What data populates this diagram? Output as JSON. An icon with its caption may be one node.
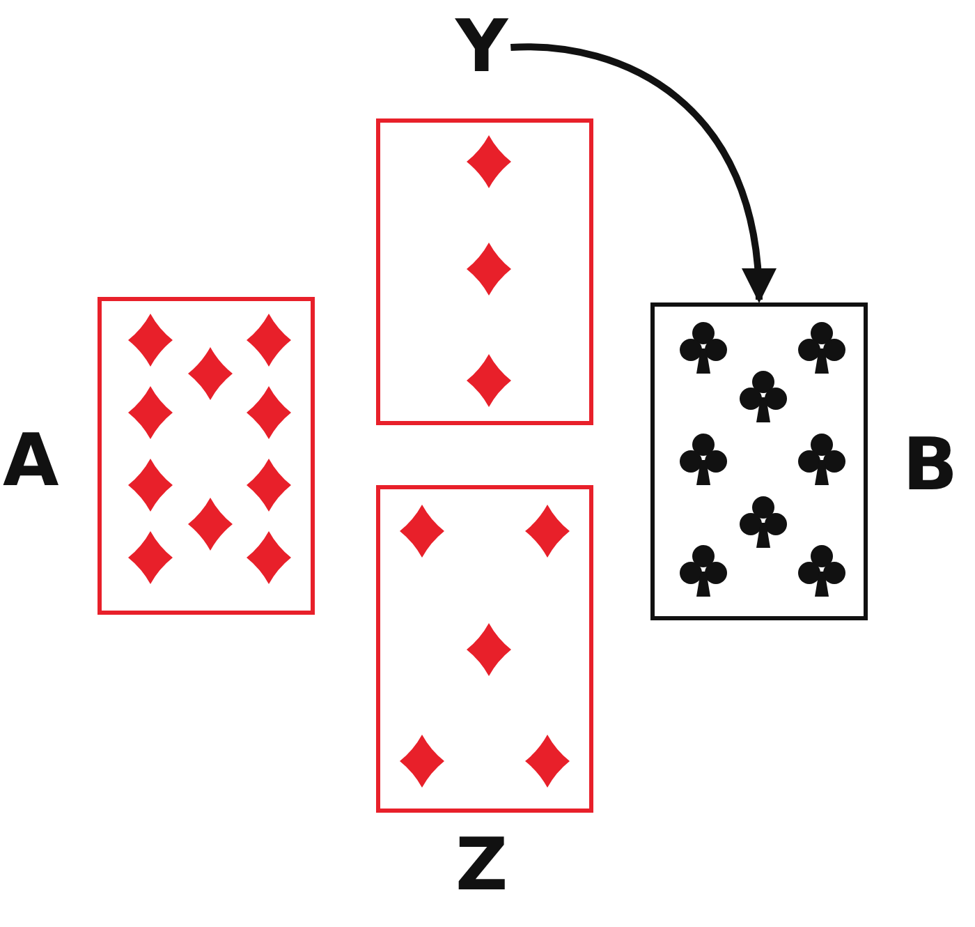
{
  "diagram": {
    "nodes": [
      {
        "text": [],
        "shape": "box",
        "beside": [
          "A"
        ]
      },
      {
        "text": [
          "Y"
        ]
      },
      {
        "text": [],
        "shape": "box"
      },
      {
        "text": [],
        "shape": "box",
        "beside": [
          "Z"
        ]
      },
      {
        "text": [],
        "shape": "box",
        "beside": [
          "B"
        ]
      }
    ],
    "edges": [
      {
        "from": 1,
        "to": 4,
        "arrow": "to"
      }
    ]
  }
}
